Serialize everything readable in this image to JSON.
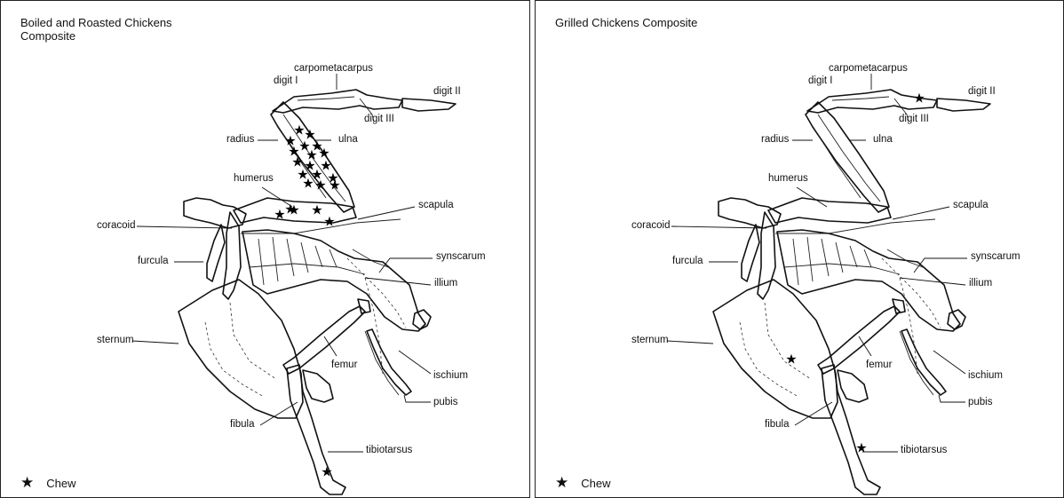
{
  "panels": [
    {
      "title": "Boiled and Roasted Chickens Composite",
      "legend": "Chew",
      "chews": [
        [
          336,
          146
        ],
        [
          348,
          151
        ],
        [
          326,
          158
        ],
        [
          342,
          164
        ],
        [
          356,
          164
        ],
        [
          330,
          170
        ],
        [
          350,
          174
        ],
        [
          364,
          172
        ],
        [
          334,
          182
        ],
        [
          348,
          186
        ],
        [
          366,
          186
        ],
        [
          340,
          196
        ],
        [
          356,
          196
        ],
        [
          374,
          200
        ],
        [
          346,
          206
        ],
        [
          360,
          208
        ],
        [
          376,
          208
        ],
        [
          330,
          236
        ],
        [
          314,
          241
        ],
        [
          326,
          235
        ],
        [
          356,
          236
        ],
        [
          370,
          249
        ],
        [
          367,
          531
        ]
      ]
    },
    {
      "title": "Grilled Chickens Composite",
      "legend": "Chew",
      "chews": [
        [
          432,
          110
        ],
        [
          288,
          404
        ],
        [
          367,
          504
        ]
      ]
    }
  ],
  "labels": {
    "carpometacarpus": "carpometacarpus",
    "digit1": "digit I",
    "digit2": "digit II",
    "digit3": "digit III",
    "radius": "radius",
    "ulna": "ulna",
    "humerus": "humerus",
    "scapula": "scapula",
    "coracoid": "coracoid",
    "furcula": "furcula",
    "synscarum": "synscarum",
    "illium": "illium",
    "sternum": "sternum",
    "femur": "femur",
    "ischium": "ischium",
    "pubis": "pubis",
    "fibula": "fibula",
    "tibiotarsus": "tibiotarsus"
  },
  "legend_symbol": "★"
}
